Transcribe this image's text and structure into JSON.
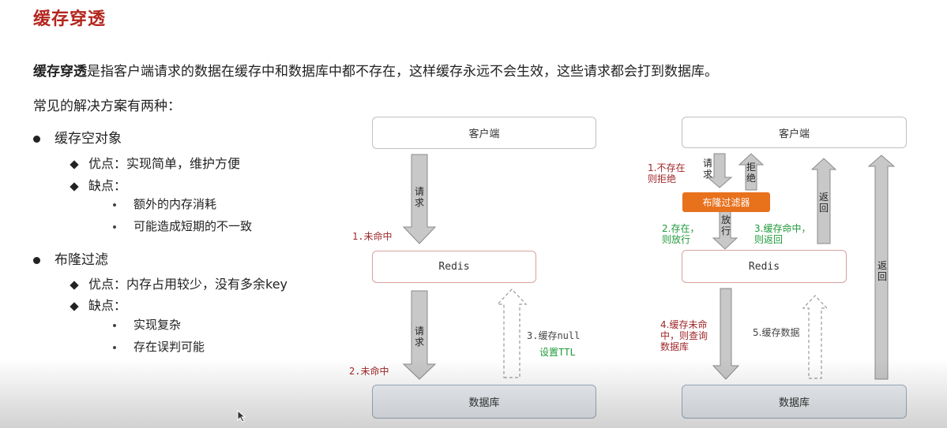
{
  "title": "缓存穿透",
  "intro": {
    "bold": "缓存穿透",
    "rest": "是指客户端请求的数据在缓存中和数据库中都不存在，这样缓存永远不会生效，这些请求都会打到数据库。"
  },
  "solutions_heading": "常见的解决方案有两种：",
  "solutions": [
    {
      "name": "缓存空对象",
      "pros_label": "优点：",
      "pros": "实现简单，维护方便",
      "cons_label": "缺点：",
      "cons": [
        "额外的内存消耗",
        "可能造成短期的不一致"
      ]
    },
    {
      "name": "布隆过滤",
      "pros_label": "优点：",
      "pros": "内存占用较少，没有多余key",
      "cons_label": "缺点：",
      "cons": [
        "实现复杂",
        "存在误判可能"
      ]
    }
  ],
  "diagram_left": {
    "client": "客户端",
    "redis": "Redis",
    "db": "数据库",
    "request1": "请求",
    "miss1": "1.未命中",
    "request2": "请求",
    "miss2": "2.未命中",
    "cache_null": "3.缓存null",
    "set_ttl": "设置TTL"
  },
  "diagram_right": {
    "client": "客户端",
    "bloom": "布隆过滤器",
    "redis": "Redis",
    "db": "数据库",
    "not_exist": "1.不存在\n则拒绝",
    "request": "请求",
    "reject": "拒绝",
    "return1": "返回",
    "exist_pass": "2.存在，\n则放行",
    "pass": "放行",
    "hit_return": "3.缓存命中，\n则返回",
    "miss_query": "4.缓存未命\n中，则查询\n数据库",
    "cache_data": "5.缓存数据",
    "return2": "返回"
  }
}
